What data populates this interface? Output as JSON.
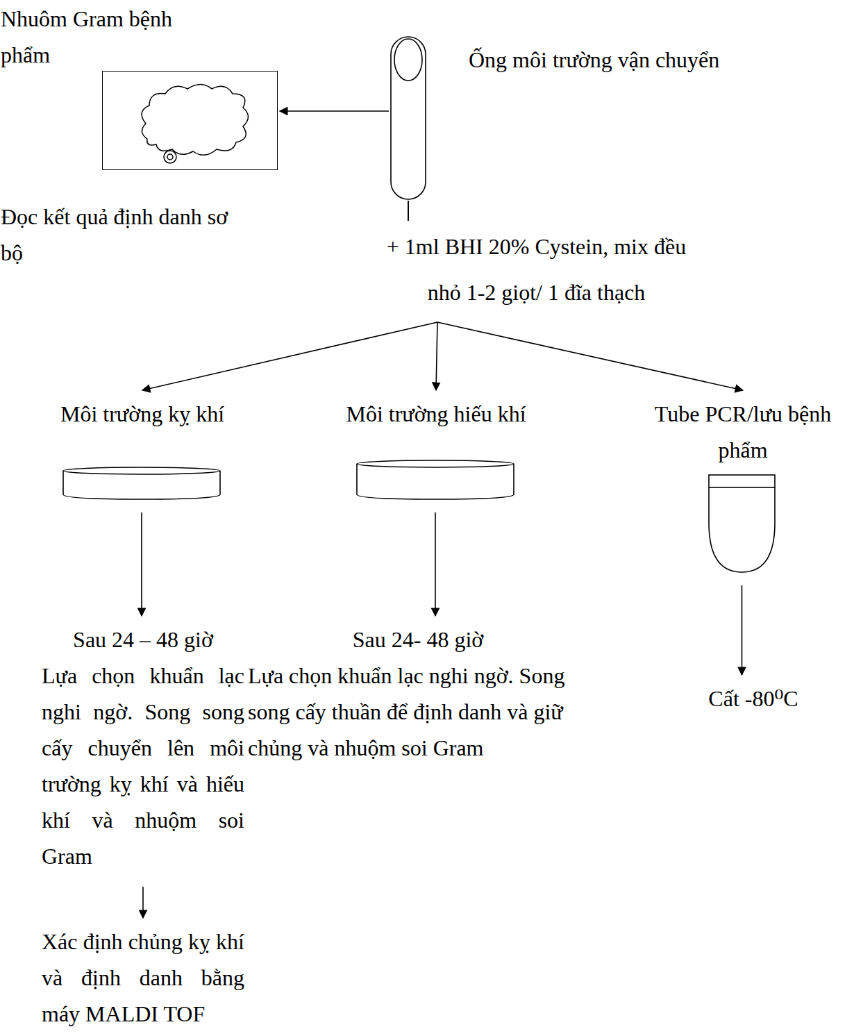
{
  "diagram": {
    "nodes": [
      {
        "text": [
          "Nhuôm Gram bệnh phẩm",
          "Đọc kết quả định danh sơ bộ"
        ]
      },
      {
        "text": [
          "Ống môi trường vận chuyển"
        ]
      },
      {
        "text": [
          "Môi trường kỵ khí"
        ]
      },
      {
        "text": [
          "Môi trường hiếu khí"
        ]
      },
      {
        "text": [
          "Tube PCR/lưu bệnh phẩm"
        ]
      },
      {
        "text": [
          "Sau 24 – 48 giờ",
          "Lựa chọn khuẩn lạc nghi ngờ. Song song cấy chuyển lên môi trường kỵ khí và hiếu khí và nhuộm soi Gram"
        ]
      },
      {
        "text": [
          "Sau 24- 48 giờ",
          "Lựa chọn khuẩn lạc nghi ngờ. Song song cấy thuần để định danh và giữ chủng và nhuộm soi Gram"
        ]
      },
      {
        "text": [
          "Cất -80⁰C"
        ]
      },
      {
        "text": [
          "Xác định chủng kỵ khí và định danh bằng máy MALDI TOF"
        ]
      }
    ],
    "edges": [
      {
        "from": 1,
        "to": 0,
        "arrow": "to"
      },
      {
        "from": 1,
        "to": 2,
        "arrow": "to"
      },
      {
        "from": 1,
        "to": 3,
        "arrow": "to"
      },
      {
        "from": 1,
        "to": 4,
        "arrow": "to"
      },
      {
        "from": 2,
        "to": 5,
        "arrow": "to"
      },
      {
        "from": 3,
        "to": 6,
        "arrow": "to"
      },
      {
        "from": 4,
        "to": 7,
        "arrow": "to"
      },
      {
        "from": 5,
        "to": 8,
        "arrow": "to"
      }
    ],
    "labels": [
      "+ 1ml BHI 20% Cystein, mix đều nhỏ 1-2 giọt/ 1 đĩa thạch"
    ]
  }
}
